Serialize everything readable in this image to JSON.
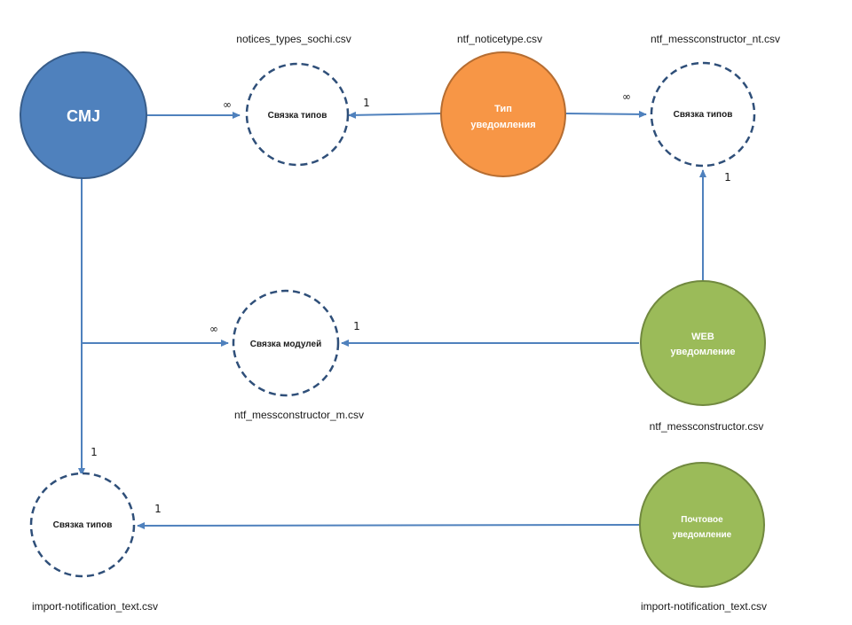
{
  "colors": {
    "blue": "#4f81bd",
    "blue_stroke": "#385d8a",
    "orange": "#f79646",
    "orange_stroke": "#b66d31",
    "green": "#9bbb59",
    "green_stroke": "#71893f",
    "dashed": "#2f4f79",
    "connector": "#4f81bd"
  },
  "nodes": {
    "cmj": {
      "label": "CMJ"
    },
    "notice_type": {
      "line1": "Тип",
      "line2": "уведомления"
    },
    "web": {
      "line1": "WEB",
      "line2": "уведомление"
    },
    "mail": {
      "line1": "Почтовое",
      "line2": "уведомление"
    },
    "link_types_1": {
      "label": "Связка  типов"
    },
    "link_types_2": {
      "label": "Связка  типов"
    },
    "link_modules": {
      "label": "Связка  модулей"
    },
    "link_types_3": {
      "label": "Связка  типов"
    }
  },
  "files": {
    "notices_types": "notices_types_sochi.csv",
    "noticetype": "ntf_noticetype.csv",
    "messconstructor_nt": "ntf_messconstructor_nt.csv",
    "messconstructor_m": "ntf_messconstructor_m.csv",
    "messconstructor": "ntf_messconstructor.csv",
    "import_left": "import-notification_text.csv",
    "import_right": "import-notification_text.csv"
  },
  "cardinalities": {
    "cmj_to_link1": "∞",
    "type_to_link1": "1",
    "type_to_link2": "∞",
    "web_to_link2": "1",
    "cmj_to_modules": "∞",
    "web_to_modules": "1",
    "cmj_to_link3": "1",
    "mail_to_link3": "1"
  }
}
